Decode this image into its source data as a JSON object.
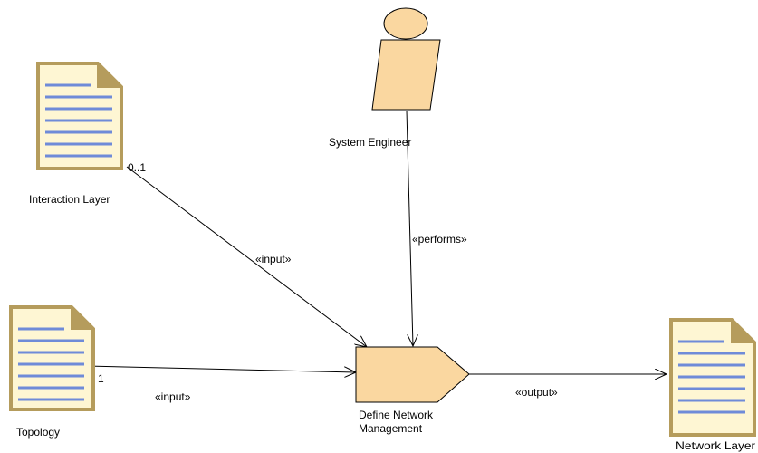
{
  "nodes": {
    "interaction_layer": {
      "label": "Interaction Layer"
    },
    "topology": {
      "label": "Topology"
    },
    "system_engineer": {
      "label": "System Engineer"
    },
    "define_network_management": {
      "label_line1": "Define Network",
      "label_line2": "Management"
    },
    "network_layer": {
      "label": "Network Layer"
    }
  },
  "edges": {
    "interaction_input": {
      "stereotype": "«input»",
      "multiplicity": "0..1"
    },
    "topology_input": {
      "stereotype": "«input»",
      "multiplicity": "1"
    },
    "performs": {
      "stereotype": "«performs»"
    },
    "output": {
      "stereotype": "«output»"
    }
  },
  "colors": {
    "artifact_fill": "#FEF6D3",
    "artifact_border": "#B59C5C",
    "artifact_lines": "#6F8BD8",
    "role_fill": "#FAD7A0",
    "task_fill": "#FAD7A0",
    "stroke": "#000000"
  }
}
